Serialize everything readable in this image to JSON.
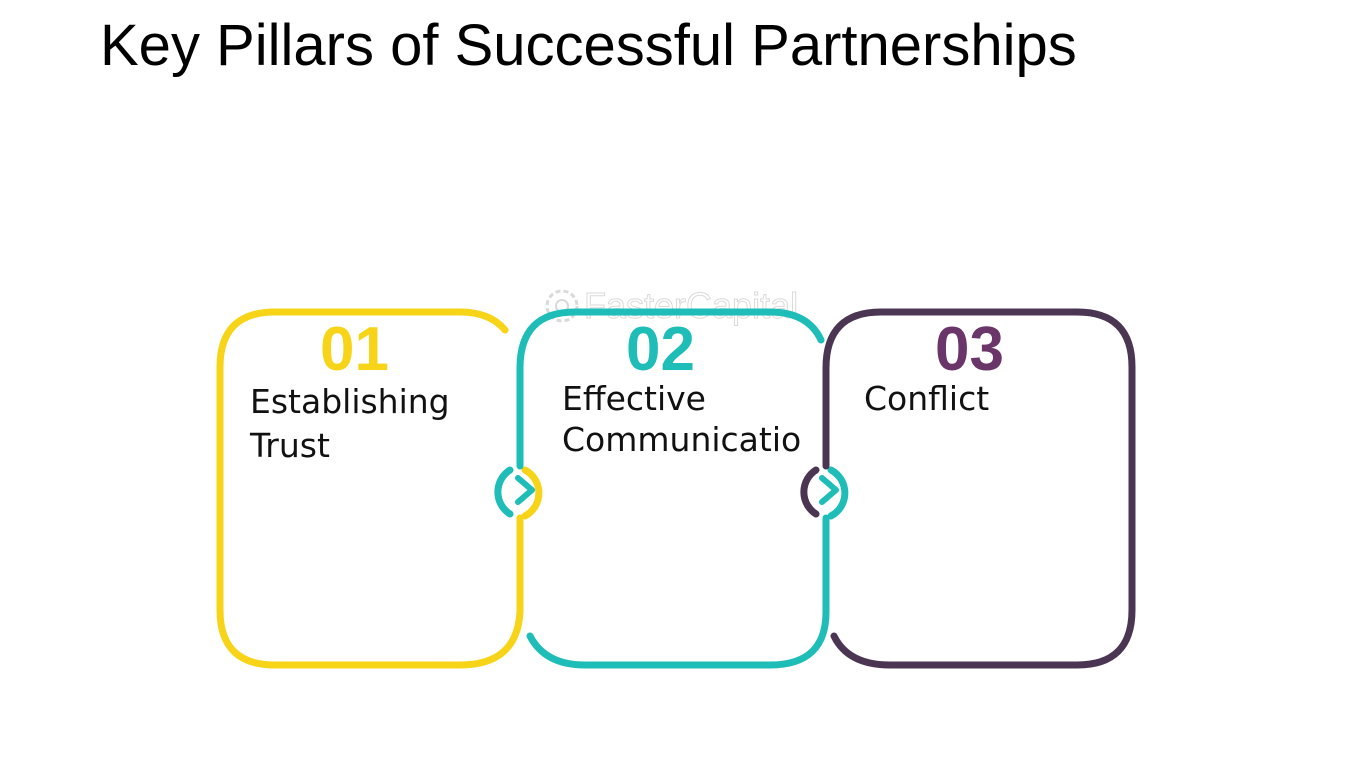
{
  "title": "Key Pillars of Successful Partnerships",
  "colors": {
    "pillar_1": "#f7d417",
    "pillar_2": "#1fbdb8",
    "pillar_3": "#4a3553",
    "number_3": "#6a3568"
  },
  "pillars": [
    {
      "number": "01",
      "lines": [
        "Establishing",
        "Trust"
      ]
    },
    {
      "number": "02",
      "lines": [
        "Effective",
        "Communicatio"
      ]
    },
    {
      "number": "03",
      "lines": [
        "Conflict"
      ]
    }
  ],
  "watermark": {
    "text": "FasterCapital",
    "icon": "gear-icon"
  }
}
